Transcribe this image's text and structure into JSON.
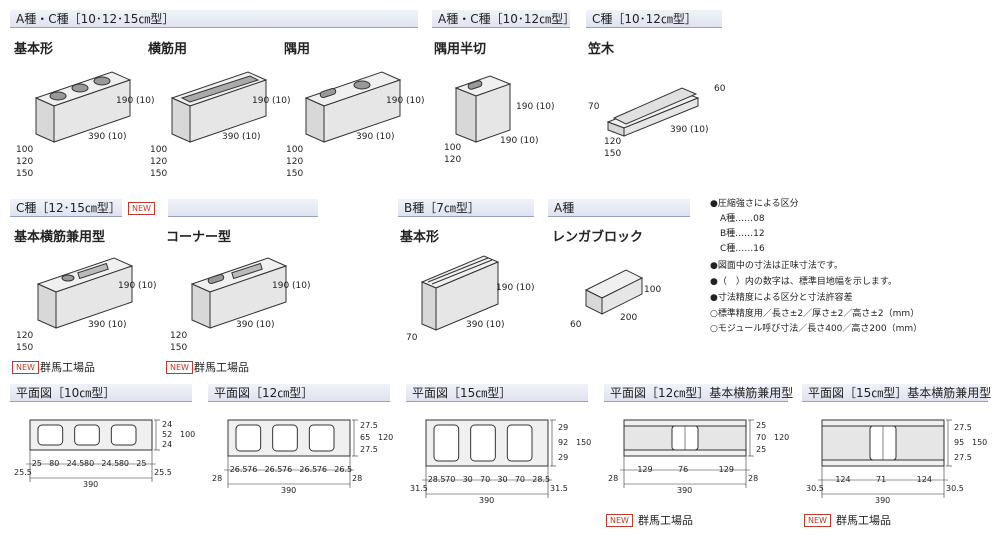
{
  "headers": {
    "h1": "A種・C種［10･12･15㎝型］",
    "h2": "A種・C種［10･12㎝型］",
    "h3": "C種［10･12㎝型］",
    "h4": "C種［12･15㎝型］",
    "h5": "B種［7㎝型］",
    "h6": "A種",
    "p1": "平面図［10㎝型］",
    "p2": "平面図［12㎝型］",
    "p3": "平面図［15㎝型］",
    "p4": "平面図［12㎝型］基本横筋兼用型",
    "p5": "平面図［15㎝型］基本横筋兼用型"
  },
  "new_label": "NEW",
  "titles": {
    "kihon": "基本形",
    "yokosuji": "横筋用",
    "sumi": "隅用",
    "sumihan": "隅用半切",
    "kasagi": "笠木",
    "kihonyoko": "基本横筋兼用型",
    "corner": "コーナー型",
    "kihonB": "基本形",
    "renga": "レンガブロック"
  },
  "gunma": "群馬工場品",
  "dims": {
    "h190": "190 (10)",
    "w390": "390 (10)",
    "t100": "100",
    "t120": "120",
    "t150": "150",
    "w190": "190 (10)",
    "k70": "70",
    "k60": "60",
    "k390": "390 (10)",
    "b70": "70",
    "r100": "100",
    "r60": "60",
    "r200": "200"
  },
  "notes": [
    "●圧縮強さによる区分",
    "A種……08",
    "B種……12",
    "C種……16",
    "●図面中の寸法は正味寸法です。",
    "●（　）内の数字は、標準目地幅を示します。",
    "●寸法精度による区分と寸法許容差",
    "○標準精度用／長さ±2／厚さ±2／高さ±2（mm）",
    "○モジュール呼び寸法／長さ400／高さ200（mm）"
  ],
  "plans": {
    "p1": {
      "bottom": [
        "25",
        "80",
        "24.5",
        "80",
        "24.5",
        "80",
        "25"
      ],
      "ends": [
        "25.5",
        "25.5"
      ],
      "total": "390",
      "right": [
        "24",
        "52",
        "24"
      ],
      "height": "100"
    },
    "p2": {
      "bottom": [
        "26.5",
        "76",
        "26.5",
        "76",
        "26.5",
        "76",
        "26.5"
      ],
      "ends": [
        "28",
        "28"
      ],
      "total": "390",
      "right": [
        "27.5",
        "65",
        "27.5"
      ],
      "height": "120"
    },
    "p3": {
      "bottom": [
        "28.5",
        "70",
        "30",
        "70",
        "30",
        "70",
        "28.5"
      ],
      "ends": [
        "31.5",
        "31.5"
      ],
      "total": "390",
      "right": [
        "29",
        "92",
        "29"
      ],
      "height": "150"
    },
    "p4": {
      "bottom": [
        "129",
        "76",
        "129"
      ],
      "ends": [
        "28",
        "28"
      ],
      "total": "390",
      "right": [
        "25",
        "70",
        "25"
      ],
      "height": "120"
    },
    "p5": {
      "bottom": [
        "124",
        "71",
        "124"
      ],
      "ends": [
        "30.5",
        "30.5"
      ],
      "total": "390",
      "right": [
        "27.5",
        "95",
        "27.5"
      ],
      "height": "150"
    }
  }
}
